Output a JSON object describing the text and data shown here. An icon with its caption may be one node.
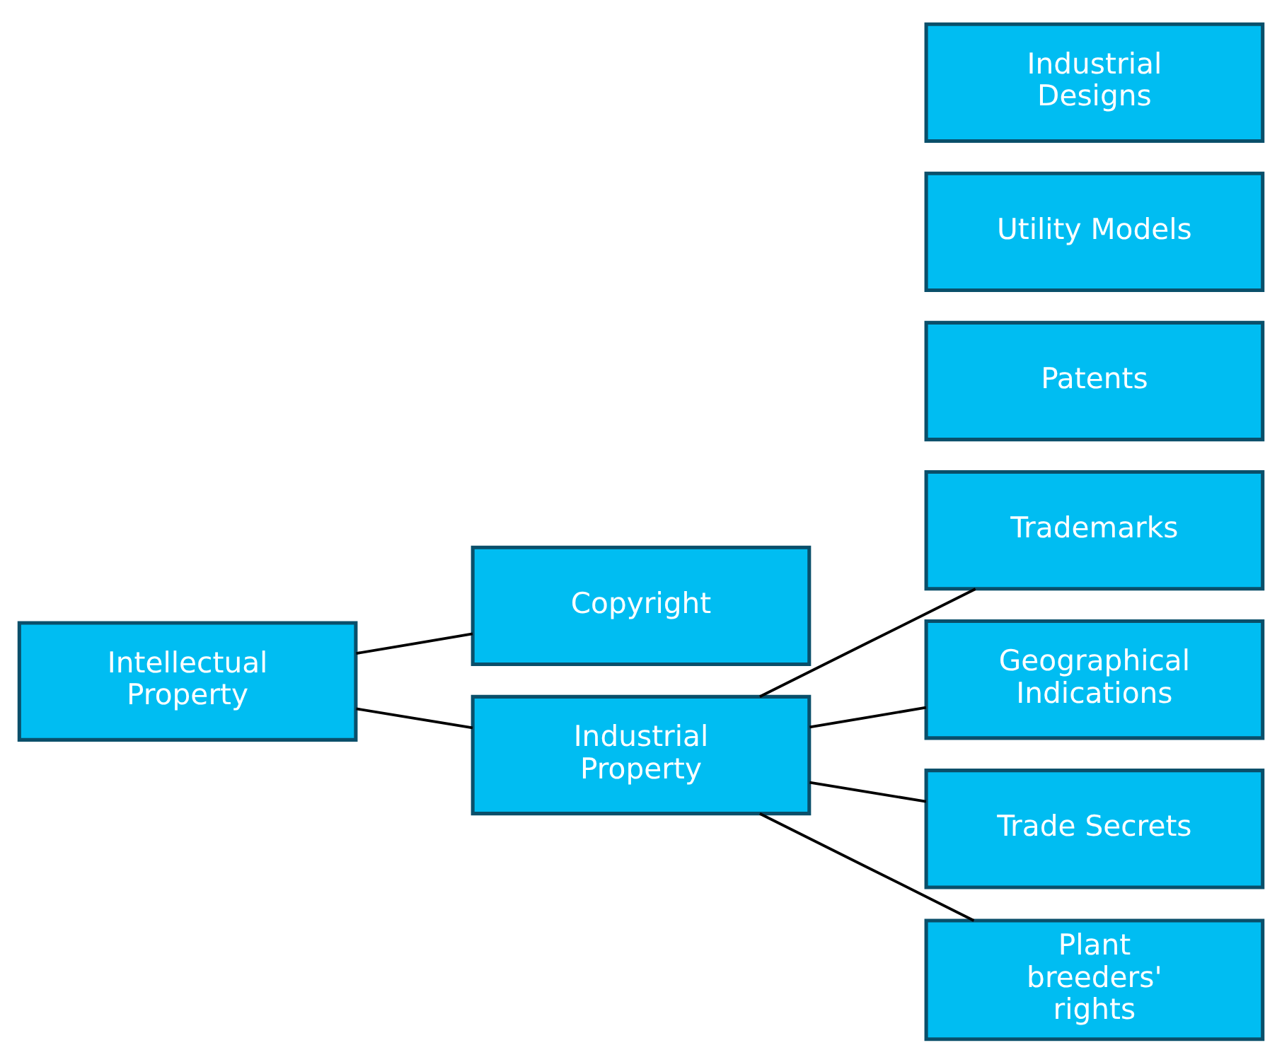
{
  "diagram": {
    "nodes": [
      {
        "text": [
          "Intellectual Property"
        ]
      },
      {
        "text": [
          "Copyright"
        ]
      },
      {
        "text": [
          "Industrial Property"
        ]
      },
      {
        "text": [
          "Patents"
        ]
      },
      {
        "text": [
          "Utility Models"
        ]
      },
      {
        "text": [
          "Industrial Designs"
        ]
      },
      {
        "text": [
          "Trademarks"
        ]
      },
      {
        "text": [
          "Geographical Indications"
        ]
      },
      {
        "text": [
          "Trade Secrets"
        ]
      },
      {
        "text": [
          "Plant breeders' rights"
        ]
      }
    ],
    "edges": [
      {
        "from": 0,
        "to": 1,
        "arrow": "none"
      },
      {
        "from": 0,
        "to": 2,
        "arrow": "none"
      },
      {
        "from": 2,
        "to": 6,
        "arrow": "none"
      },
      {
        "from": 2,
        "to": 7,
        "arrow": "none"
      },
      {
        "from": 2,
        "to": 8,
        "arrow": "none"
      },
      {
        "from": 2,
        "to": 9,
        "arrow": "none"
      }
    ]
  }
}
